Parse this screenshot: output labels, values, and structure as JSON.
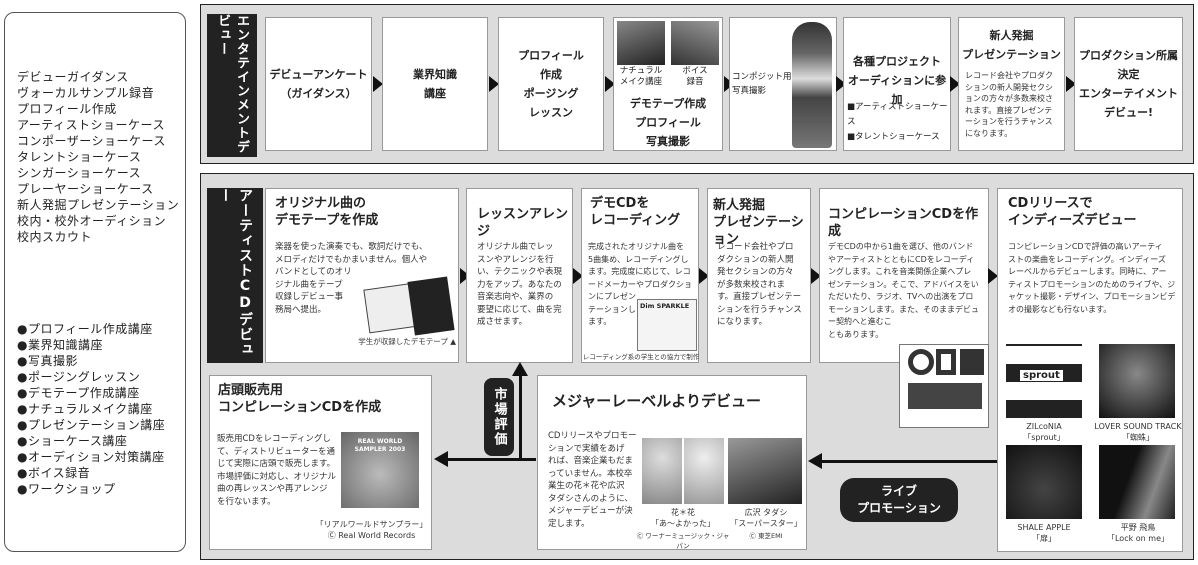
{
  "left_panel": {
    "lessons": [
      "デビューガイダンス",
      "ヴォーカルサンプル録音",
      "プロフィール作成",
      "アーティストショーケース",
      "コンポーザーショーケース",
      "タレントショーケース",
      "シンガーショーケース",
      "プレーヤーショーケース",
      "新人発掘プレゼンテーション",
      "校内・校外オーディション",
      "校内スカウト"
    ],
    "courses": [
      "●プロフィール作成講座",
      "●業界知識講座",
      "●写真撮影",
      "●ポージングレッスン",
      "●デモテープ作成講座",
      "●ナチュラルメイク講座",
      "●プレゼンテーション講座",
      "●ショーケース講座",
      "●オーディション対策講座",
      "●ボイス録音",
      "●ワークショップ"
    ]
  },
  "ent": {
    "label": "エンタテインメントデビュー",
    "s1": [
      "デビューアンケート",
      "（ガイダンス）"
    ],
    "s2": [
      "業界知識",
      "講座"
    ],
    "s3": [
      "プロフィール",
      "作成",
      "ポージング",
      "レッスン"
    ],
    "s4_photo1": [
      "ナチュラル",
      "メイク講座"
    ],
    "s4_photo2": [
      "ボイス",
      "録音"
    ],
    "s4": [
      "デモテープ作成",
      "プロフィール",
      "写真撮影"
    ],
    "s5": [
      "コンポジット用",
      "写真撮影"
    ],
    "s6": [
      "各種プロジェクト",
      "オーディションに参加"
    ],
    "s6_items": [
      "■アーティストショーケース",
      "■タレントショーケース"
    ],
    "s7_title": [
      "新人発掘",
      "プレゼンテーション"
    ],
    "s7_body": [
      "レコード会社やプロダク",
      "ションの新人開発セクシ",
      "ョンの方々が多数来校さ",
      "れます。直接プレゼンテ",
      "ーションを行うチャンス",
      "になります。"
    ],
    "s8": [
      "プロダクション所属",
      "決定",
      "エンターテイメント",
      "デビュー!"
    ]
  },
  "cd": {
    "label": "アーティストCDデビュー",
    "b1_title": [
      "オリジナル曲の",
      "デモテープを作成"
    ],
    "b1_body": [
      "楽器を使った演奏でも、歌詞だけでも、",
      "メロディだけでもかまいません。個人や",
      "バンドとしてのオリ",
      "ジナル曲をテープ",
      "収録しデビュー事",
      "務局へ提出。"
    ],
    "b1_caption": "学生が収録したデモテープ ▲",
    "b2_title": "レッスンアレンジ",
    "b2_body": [
      "オリジナル曲でレッ",
      "スンやアレンジを行",
      "い、テクニックや表現",
      "力をアップ。あなたの",
      "音楽志向や、業界の",
      "要望に応じて、曲を完",
      "成させます。"
    ],
    "b3_title": [
      "デモCDを",
      "レコーディング"
    ],
    "b3_body": [
      "完成されたオリジナル曲を",
      "5曲集め、レコーディングし",
      "ます。完成度に応じて、レコ",
      "ードメーカーやプロダクショ",
      "ンにプレゼン",
      "テーションし",
      "ます。"
    ],
    "b3_cd_label": "Dim SPARKLE",
    "b3_caption": "レコーディング系の学生との協力で制作",
    "b4_title": [
      "新人発掘",
      "プレゼンテーション"
    ],
    "b4_body": [
      "レコード会社やプロ",
      "ダクションの新人開",
      "発セクションの方々",
      "が多数来校されま",
      "す。直接プレゼンテー",
      "ションを行うチャンス",
      "になります。"
    ],
    "b5_title": "コンピレーションCDを作成",
    "b5_body": [
      "デモCDの中から1曲を選び、他のバンド",
      "やアーティストとともにCDをレコーディ",
      "ングします。これを音楽関係企業へプレ",
      "ゼンテーション。そこで、アドバイスをい",
      "ただいたり、ラジオ、TVへの出演をプロ",
      "モーションします。また、そのままデビュ",
      "ー契約へと進むこ",
      "ともあります。"
    ],
    "b6_title": [
      "CDリリースで",
      "インディーズデビュー"
    ],
    "b6_body": [
      "コンピレーションCDで評価の高いアーティ",
      "ストの楽曲をレコーディング。インディーズ",
      "レーベルからデビューします。同時に、アー",
      "ティストプロモーションのためのライブや、ジ",
      "ャケット撮影・デザイン、プロモーションビデ",
      "オの撮影なども行ないます。"
    ],
    "covers": [
      {
        "artist": "ZILcoNIA",
        "title": "「sprout」"
      },
      {
        "artist": "LOVER SOUND TRACK",
        "title": "「蜘蛛」"
      },
      {
        "artist": "SHALE APPLE",
        "title": "「扉」"
      },
      {
        "artist": "平野 飛鳥",
        "title": "「Lock on me」"
      }
    ],
    "live": [
      "ライブ",
      "プロモーション"
    ],
    "major_title": "メジャーレーベルよりデビュー",
    "major_body": [
      "CDリリースやプロモー",
      "ションで実績をあげ",
      "れば、音楽企業もだま",
      "っていません。本校卒",
      "業生の花＊花や広沢",
      "タダシさんのように、",
      "メジャーデビューが決",
      "定します。"
    ],
    "hanahana": [
      "花＊花",
      "「あ～よかった」"
    ],
    "hanahana_credit": "Ⓒ ワーナーミュージック・ジャパン",
    "hirosawa": [
      "広沢 タダシ",
      "「スーパースター」"
    ],
    "hirosawa_credit": "Ⓒ 東芝EMI",
    "market": "市場評価",
    "store_title": [
      "店頭販売用",
      "コンピレーションCDを作成"
    ],
    "store_body": [
      "販売用CDをレコーディングし",
      "て、ディストリビューターを通",
      "じて実際に店頭で販売します。",
      "市場評価に対応し、オリジナル",
      "曲の再レッスンや再アレンジ",
      "を行ないます。"
    ],
    "store_cd_text": "REAL WORLD SAMPLER 2003",
    "store_caption": [
      "「リアルワールドサンプラー」",
      "Ⓒ Real World Records"
    ]
  }
}
